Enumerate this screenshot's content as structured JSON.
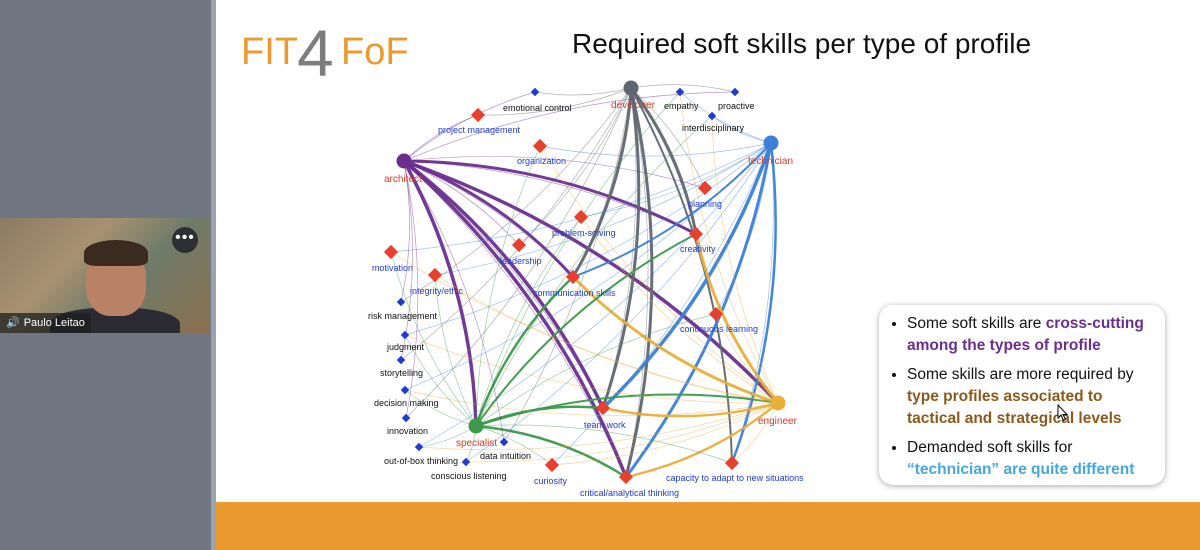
{
  "participant": {
    "name": "Paulo Leitao",
    "more_glyph": "•••",
    "mic_icon": "mic-on-icon"
  },
  "slide": {
    "logo": {
      "left": "FIT",
      "digit": "4",
      "right": "FoF"
    },
    "title": "Required soft skills per type of profile",
    "profiles": [
      "developer",
      "technician",
      "architect",
      "engineer",
      "specialist"
    ],
    "red_skills": [
      "project management",
      "organization",
      "planning",
      "problem-solving",
      "creativity",
      "motivation",
      "leadership",
      "integrity/ethic",
      "communication skills",
      "continuous learning",
      "team work",
      "curiosity",
      "critical/analytical thinking",
      "capacity to adapt to new situations"
    ],
    "blue_skills": [
      "emotional control",
      "empathy",
      "proactive",
      "interdisciplinary",
      "risk management",
      "judgment",
      "storytelling",
      "decision making",
      "innovation",
      "out-of-box thinking",
      "data intuition",
      "conscious listening"
    ],
    "callout": {
      "b1_prefix": "Some soft skills are ",
      "b1_hl": "cross-cutting among the types of profile",
      "b2_prefix": "Some skills are more required by ",
      "b2_hl": "type profiles associated to tactical and strategical levels",
      "b3_prefix": "Demanded soft skills for ",
      "b3_hl": "“technician” are quite different"
    },
    "colors": {
      "orange": "#ea9a2e",
      "purple": "#6b2e8f",
      "teal": "#45a7dc",
      "red_node": "#e8402c",
      "blue_node": "#1f3ad6"
    }
  }
}
